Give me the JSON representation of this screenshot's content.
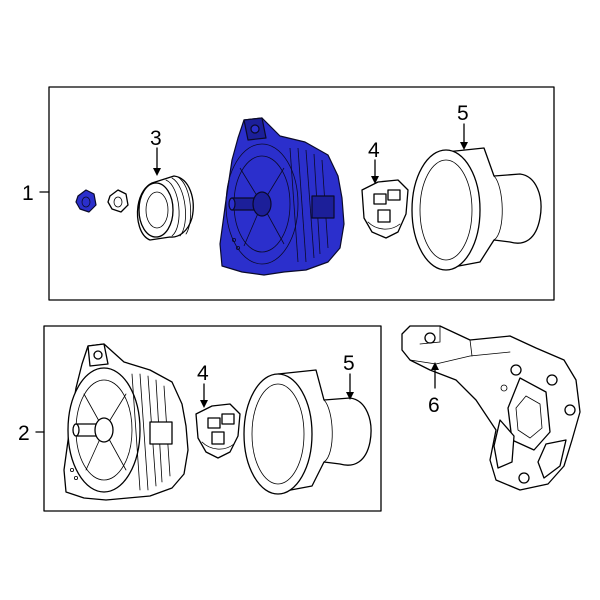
{
  "colors": {
    "highlight": "#2b2fcc",
    "highlight_dark": "#1c1f99",
    "line": "#000000",
    "background": "#ffffff"
  },
  "callouts": {
    "c1": "1",
    "c2": "2",
    "c3": "3",
    "c4_top": "4",
    "c4_bottom": "4",
    "c5_top": "5",
    "c5_bottom": "5",
    "c6": "6"
  }
}
